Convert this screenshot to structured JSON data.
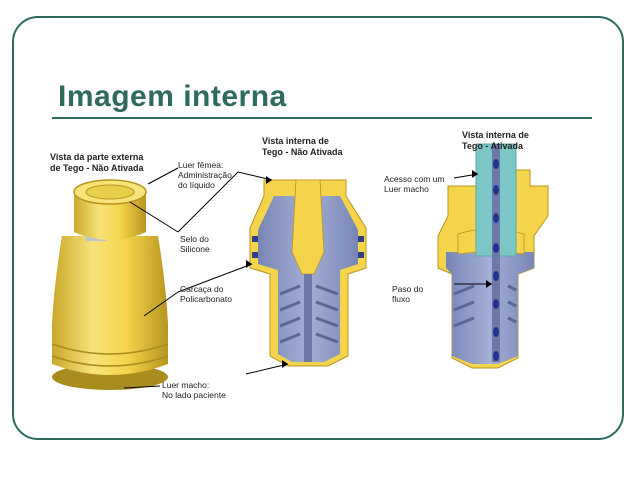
{
  "slide": {
    "title": "Imagem interna"
  },
  "colors": {
    "frame": "#2e6a5e",
    "title": "#2e6a5e",
    "housing_yellow": "#f3d44a",
    "internal_blue": "#8e9bc9",
    "flow_cyan": "#7cc6c6"
  },
  "figure": {
    "captions": {
      "external_view": "Vista da parte externa\nde Tego - Não Ativada",
      "internal_not_activated": "Vista interna de\nTego - Não Ativada",
      "internal_activated": "Vista interna de\nTego - Ativada"
    },
    "labels": {
      "luer_femea": "Luer fêmea:\nAdministração\ndo líquido",
      "selo_silicone": "Selo do\nSilicone",
      "carcaca": "Carcaça do\nPolicarbonato",
      "luer_macho_paciente": "Luer macho:\nNo lado paciente",
      "acesso_luer_macho": "Acesso com um\nLuer macho",
      "paso_fluxo": "Paso do\nfluxo"
    },
    "icons": [
      "external-connector-drawing",
      "internal-section-drawing",
      "activated-section-drawing"
    ]
  }
}
